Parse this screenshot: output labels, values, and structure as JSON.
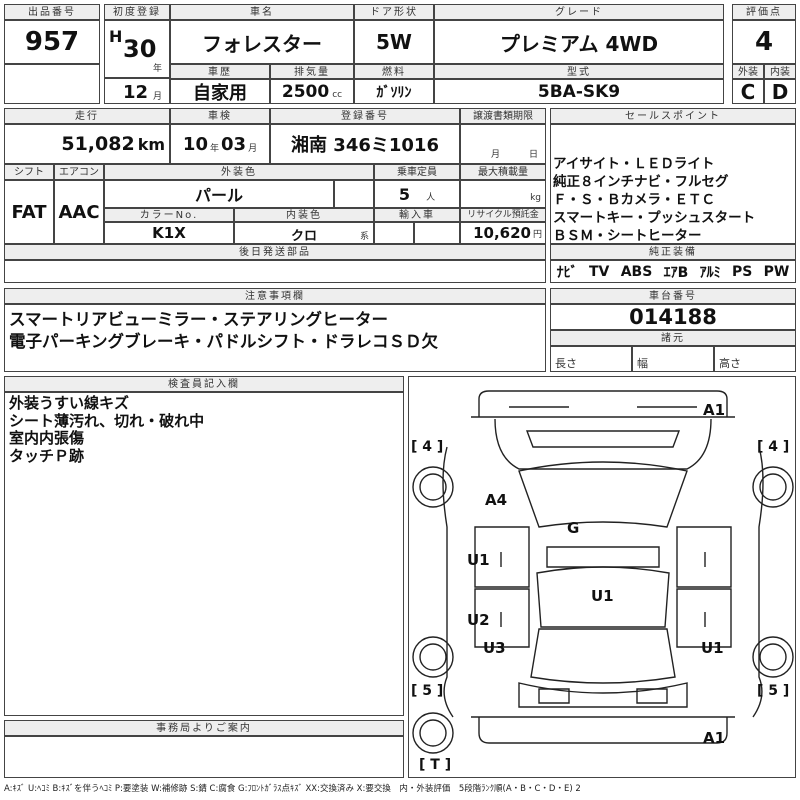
{
  "header": {
    "lot_label": "出品番号",
    "lot_no": "957",
    "first_reg_label": "初度登録",
    "era": "H",
    "year": "30",
    "year_unit": "年",
    "month": "12",
    "month_unit": "月",
    "car_name_label": "車名",
    "car_name": "フォレスター",
    "door_label": "ドア形状",
    "door": "5W",
    "grade_label": "グレード",
    "grade": "プレミアム 4WD",
    "score_label": "評価点",
    "score": "4",
    "history_label": "車歴",
    "history": "自家用",
    "displacement_label": "排気量",
    "displacement": "2500",
    "displacement_unit": "cc",
    "fuel_label": "燃料",
    "fuel": "ｶﾞｿﾘﾝ",
    "model_label": "型式",
    "model": "5BA-SK9",
    "ext_label": "外装",
    "ext_grade": "C",
    "int_label": "内装",
    "int_grade": "D"
  },
  "row2": {
    "mileage_label": "走行",
    "mileage": "51,082",
    "mileage_unit": "km",
    "inspection_label": "車検",
    "insp_year": "10",
    "insp_year_unit": "年",
    "insp_month": "03",
    "insp_month_unit": "月",
    "reg_no_label": "登録番号",
    "reg_no": "湘南 346ミ1016",
    "transfer_label": "譲渡書類期限",
    "transfer_month_unit": "月",
    "transfer_day_unit": "日",
    "shift_label": "シフト",
    "shift": "FAT",
    "ac_label": "エアコン",
    "ac": "AAC",
    "ext_color_label": "外装色",
    "ext_color": "パール",
    "capacity_label": "乗車定員",
    "capacity": "5",
    "capacity_unit": "人",
    "load_label": "最大積載量",
    "load_unit": "kg",
    "color_no_label": "カラーNo.",
    "color_no": "K1X",
    "int_color_label": "内装色",
    "int_color": "クロ",
    "int_color_unit": "系",
    "import_label": "輸入車",
    "recycle_label": "リサイクル預託金",
    "recycle": "10,620",
    "recycle_unit": "円",
    "later_parts_label": "後日発送部品"
  },
  "sales": {
    "label": "セールスポイント",
    "lines": [
      "アイサイト・ＬＥＤライト",
      "純正８インチナビ・フルセグ",
      "Ｆ・Ｓ・Ｂカメラ・ＥＴＣ",
      "スマートキー・プッシュスタート",
      "ＢＳＭ・シートヒーター"
    ]
  },
  "equipment": {
    "label": "純正装備",
    "items": [
      "ﾅﾋﾞ",
      "TV",
      "ABS",
      "ｴｱB",
      "ｱﾙﾐ",
      "PS",
      "PW"
    ]
  },
  "notes": {
    "label": "注意事項欄",
    "lines": [
      "スマートリアビューミラー・ステアリングヒーター",
      "電子パーキングブレーキ・パドルシフト・ドラレコＳＤ欠"
    ]
  },
  "chassis": {
    "label": "車台番号",
    "number": "014188",
    "dims_label": "諸元",
    "length_label": "長さ",
    "width_label": "幅",
    "height_label": "高さ"
  },
  "inspector": {
    "label": "検査員記入欄",
    "lines": [
      "外装うすい線キズ",
      "シート薄汚れ、切れ・破れ中",
      "室内内張傷",
      "タッチＰ跡"
    ]
  },
  "office": {
    "label": "事務局よりご案内"
  },
  "diagram": {
    "marks": {
      "a1_top": "A1",
      "a4": "A4",
      "g": "G",
      "u1_left": "U1",
      "u1_center": "U1",
      "u2": "U2",
      "u3": "U3",
      "u1_right": "U1",
      "a1_bottom": "A1"
    },
    "tire_fl": "[ 4 ]",
    "tire_fr": "[ 4 ]",
    "tire_rl": "[ 5 ]",
    "tire_rr": "[ 5 ]",
    "spare": "[ T ]"
  },
  "legend": "A:ｷｽﾞ U:ﾍｺﾐ B:ｷｽﾞを伴うﾍｺﾐ P:要塗装 W:補修跡 S:錆 C:腐食 G:ﾌﾛﾝﾄｶﾞﾗｽ点ｷｽﾞ XX:交換済み X:要交換　内・外装評価　5段階ﾗﾝｸ順(A・B・C・D・E) 2"
}
